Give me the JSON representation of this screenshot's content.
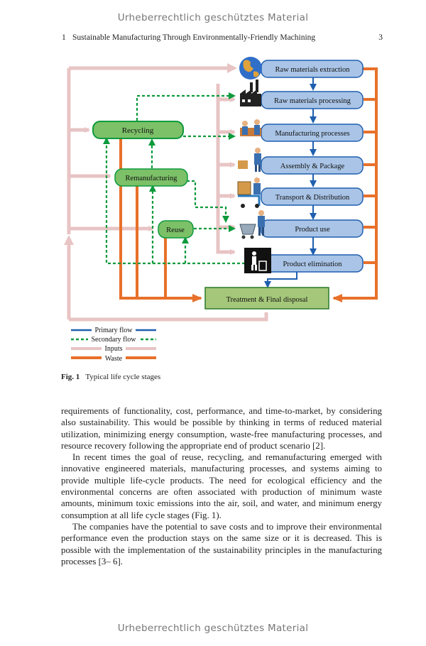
{
  "watermark": "Urheberrechtlich geschütztes Material",
  "header": {
    "chapter_number": "1",
    "running_title": "Sustainable Manufacturing Through Environmentally-Friendly Machining",
    "page_number": "3"
  },
  "figure": {
    "stages": [
      "Raw materials extraction",
      "Raw materials processing",
      "Manufacturing processes",
      "Assembly & Package",
      "Transport & Distribution",
      "Product use",
      "Product elimination"
    ],
    "loops": [
      "Recycling",
      "Remanufacturing",
      "Reuse"
    ],
    "disposal": "Treatment & Final disposal",
    "legend": [
      "Primary flow",
      "Secondary flow",
      "Inputs",
      "Waste"
    ],
    "colors": {
      "primary": "#1f5fb0",
      "secondary": "#0d9a3c",
      "inputs": "#e8c4c4",
      "waste": "#e8702a",
      "stage_fill": "#a9c4e6",
      "loop_fill": "#7cc068",
      "disposal_fill": "#a5c77a"
    },
    "icons": [
      "globe-icon",
      "factory-icon",
      "workers-icon",
      "assembly-worker-icon",
      "delivery-truck-icon",
      "shopping-cart-icon",
      "trash-bin-icon"
    ]
  },
  "caption": {
    "label": "Fig. 1",
    "text": "Typical life cycle stages"
  },
  "body": {
    "paragraphs": [
      "requirements of functionality, cost, performance, and time-to-market, by considering also sustainability. This would be possible by thinking in terms of reduced material utilization, minimizing energy consumption, waste-free manufacturing processes, and resource recovery following the appropriate end of product scenario [2].",
      "In recent times the goal of reuse, recycling, and remanufacturing emerged with innovative engineered materials, manufacturing processes, and systems aiming to provide multiple life-cycle products. The need for ecological efficiency and the environmental concerns are often associated with production of minimum waste amounts, minimum toxic emissions into the air, soil, and water, and minimum energy consumption at all life cycle stages (Fig. 1).",
      "The companies have the potential to save costs and to improve their environmental performance even the production stays on the same size or it is decreased. This is possible with the implementation of the sustainability principles in the manufacturing processes [3– 6]."
    ]
  }
}
